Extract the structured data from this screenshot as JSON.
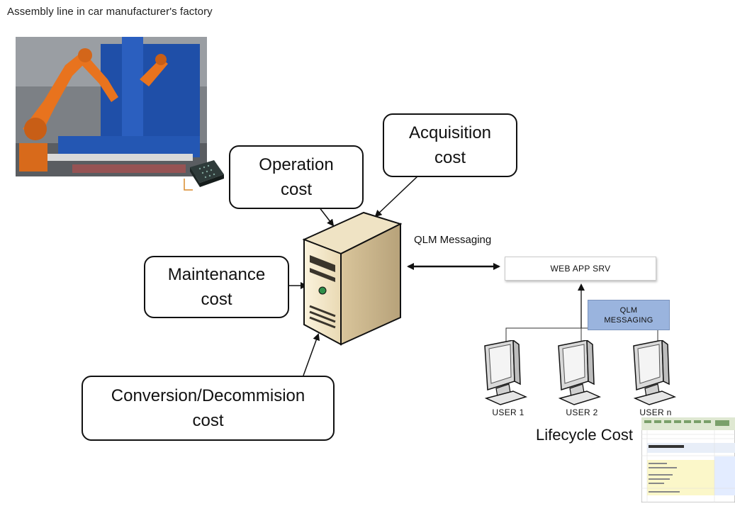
{
  "caption": "Assembly line in car manufacturer's factory",
  "cost_boxes": {
    "acquisition": "Acquisition\ncost",
    "operation": "Operation\ncost",
    "maintenance": "Maintenance\ncost",
    "conversion": "Conversion/Decommision\ncost"
  },
  "qlm_messaging_label": "QLM Messaging",
  "web_app_server": "WEB APP SRV",
  "qlm_messaging_box": "QLM\nMESSAGING",
  "users": [
    "USER 1",
    "USER 2",
    "USER n"
  ],
  "lifecycle_cost": "Lifecycle Cost",
  "colors": {
    "qlm_box": "#9ab4de",
    "robot": "#e8731e",
    "machine": "#1f4fa8"
  }
}
